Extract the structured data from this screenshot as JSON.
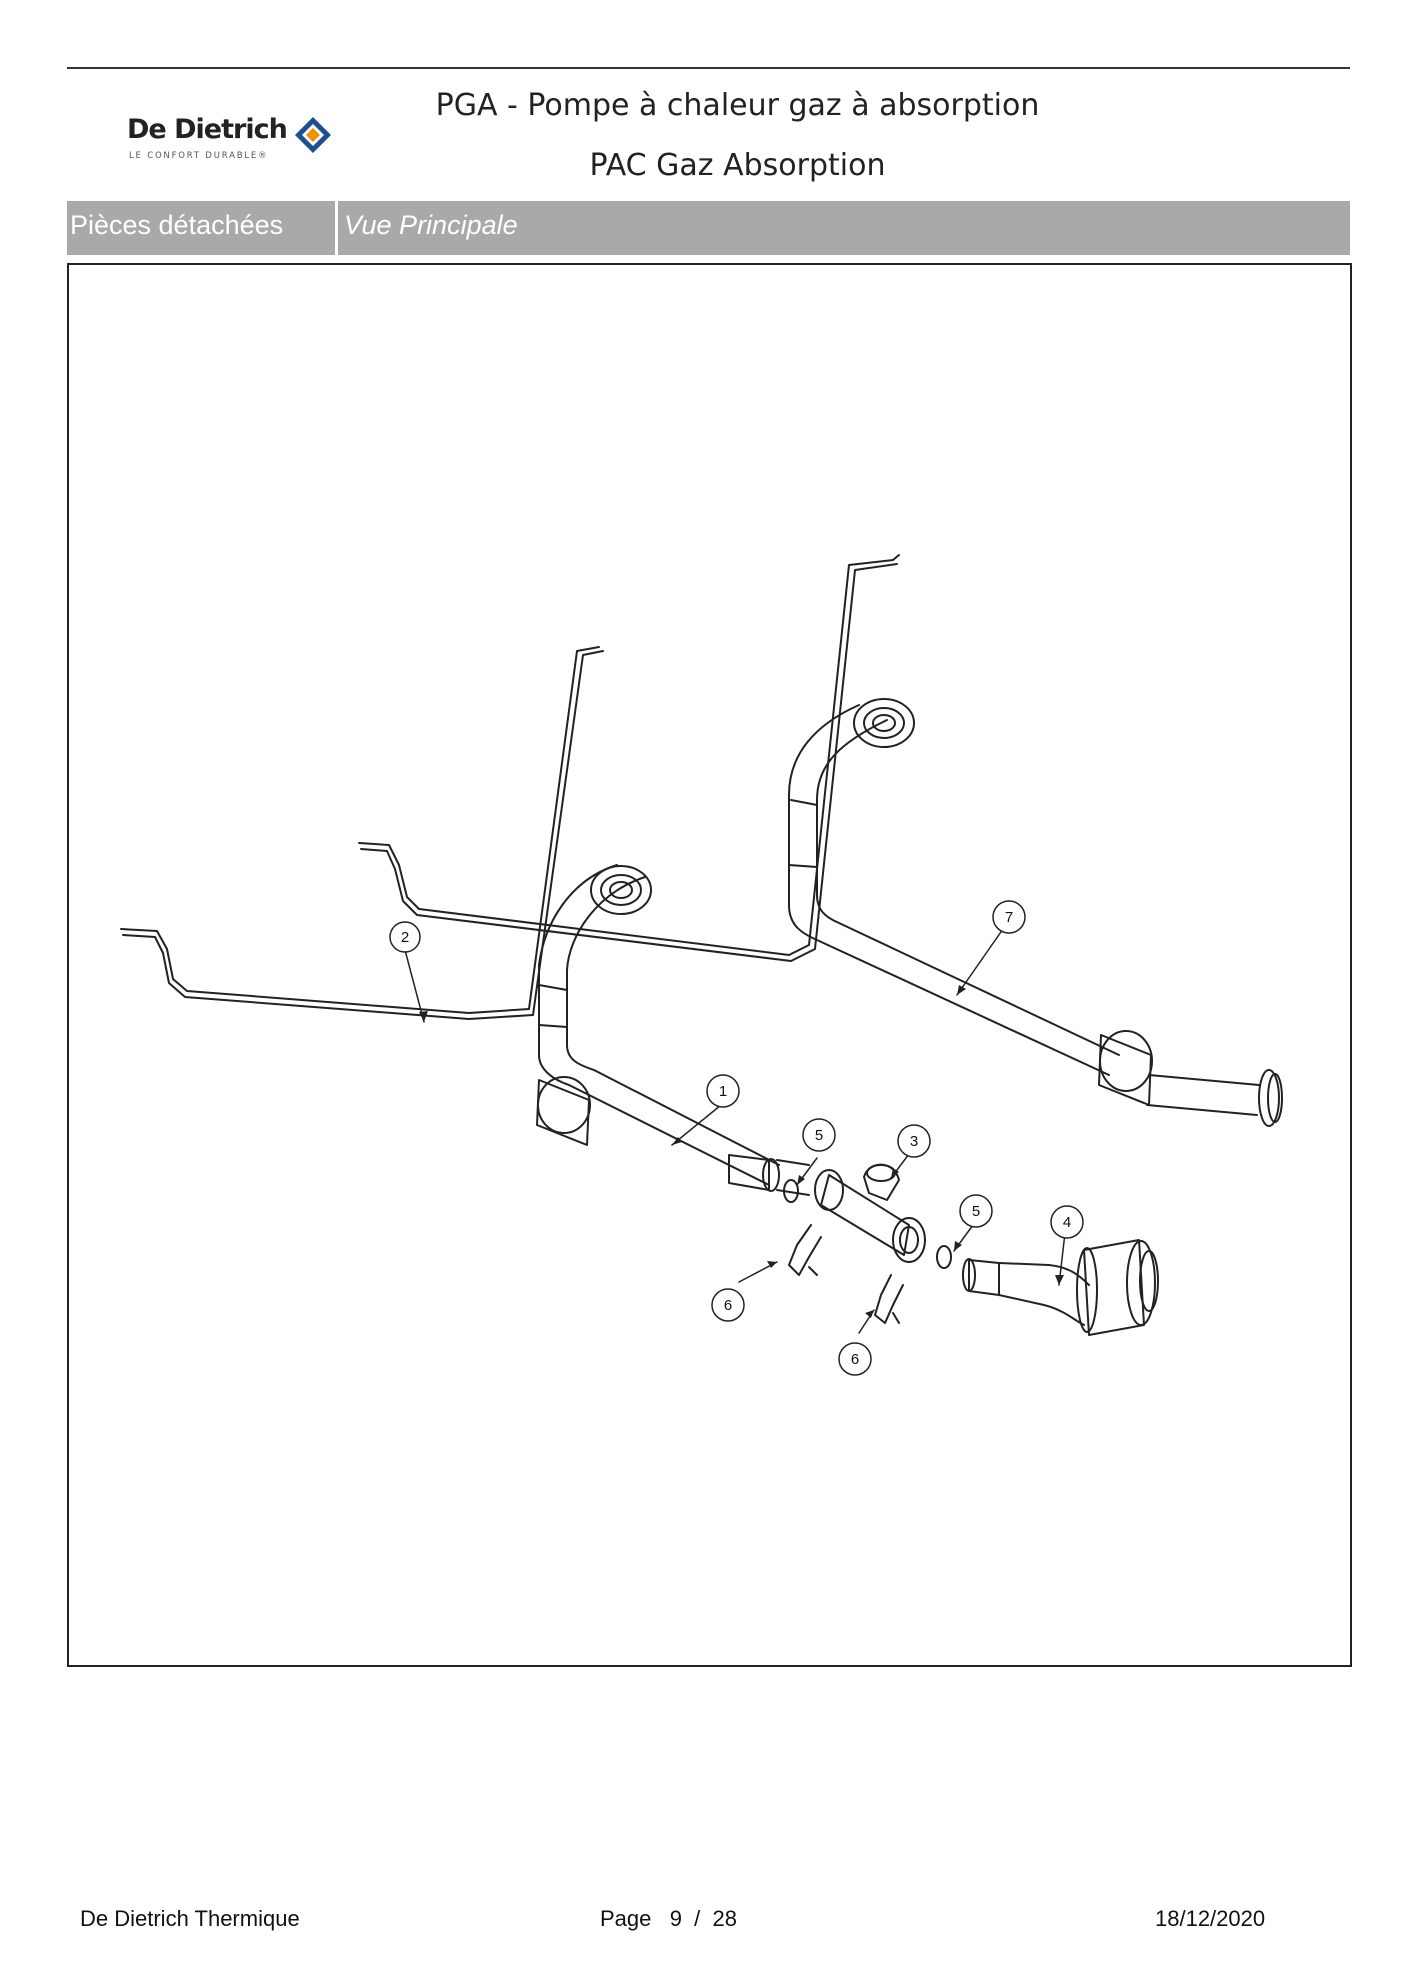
{
  "header": {
    "logo_name": "De Dietrich",
    "logo_tagline": "LE CONFORT DURABLE®",
    "title_line1": "PGA - Pompe à chaleur gaz à absorption",
    "title_line2": "PAC Gaz Absorption"
  },
  "tabs": {
    "section": "Pièces détachées",
    "view": "Vue Principale"
  },
  "diagram": {
    "callouts": [
      "1",
      "2",
      "3",
      "4",
      "5",
      "5",
      "6",
      "6",
      "7"
    ]
  },
  "footer": {
    "company": "De Dietrich Thermique",
    "page": "Page   9  /  28",
    "date": "18/12/2020"
  },
  "colors": {
    "header_bar": "#a9a9a9",
    "logo_orange": "#f39200",
    "logo_blue": "#1d4f91"
  }
}
